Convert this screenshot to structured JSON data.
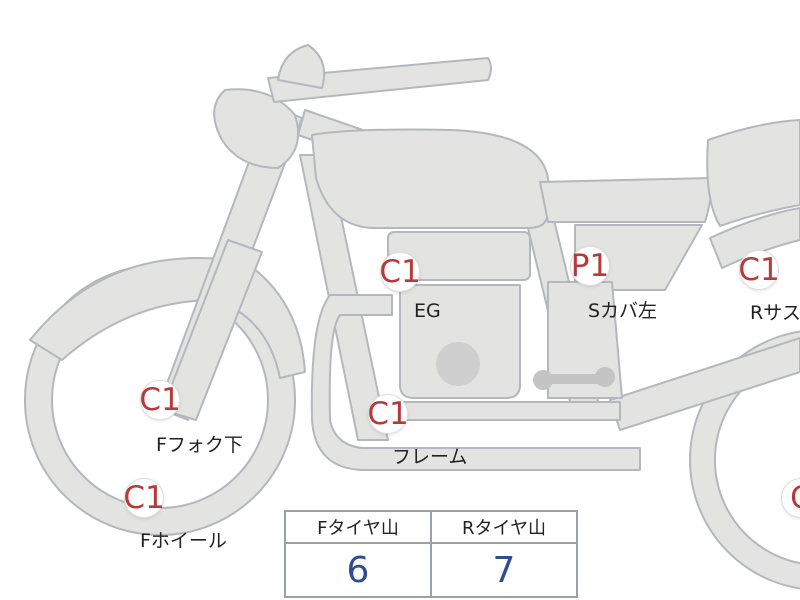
{
  "inspection": {
    "parts": [
      {
        "grade": "C1",
        "label": "EG"
      },
      {
        "grade": "P1",
        "label": "Sカバ左"
      },
      {
        "grade": "C1",
        "label": "Rサス"
      },
      {
        "grade": "C1",
        "label": "Fフォク下"
      },
      {
        "grade": "C1",
        "label": "フレーム"
      },
      {
        "grade": "C1",
        "label": "Fホイール"
      },
      {
        "grade": "C",
        "label": ""
      }
    ]
  },
  "tire_table": {
    "headers": [
      "Fタイヤ山",
      "Rタイヤ山"
    ],
    "values": [
      "6",
      "7"
    ]
  },
  "colors": {
    "grade_text": "#b73a3a",
    "tire_value": "#2f4e8f",
    "bike_fill": "#e3e3e1",
    "bike_stroke": "#b4b8bc"
  }
}
